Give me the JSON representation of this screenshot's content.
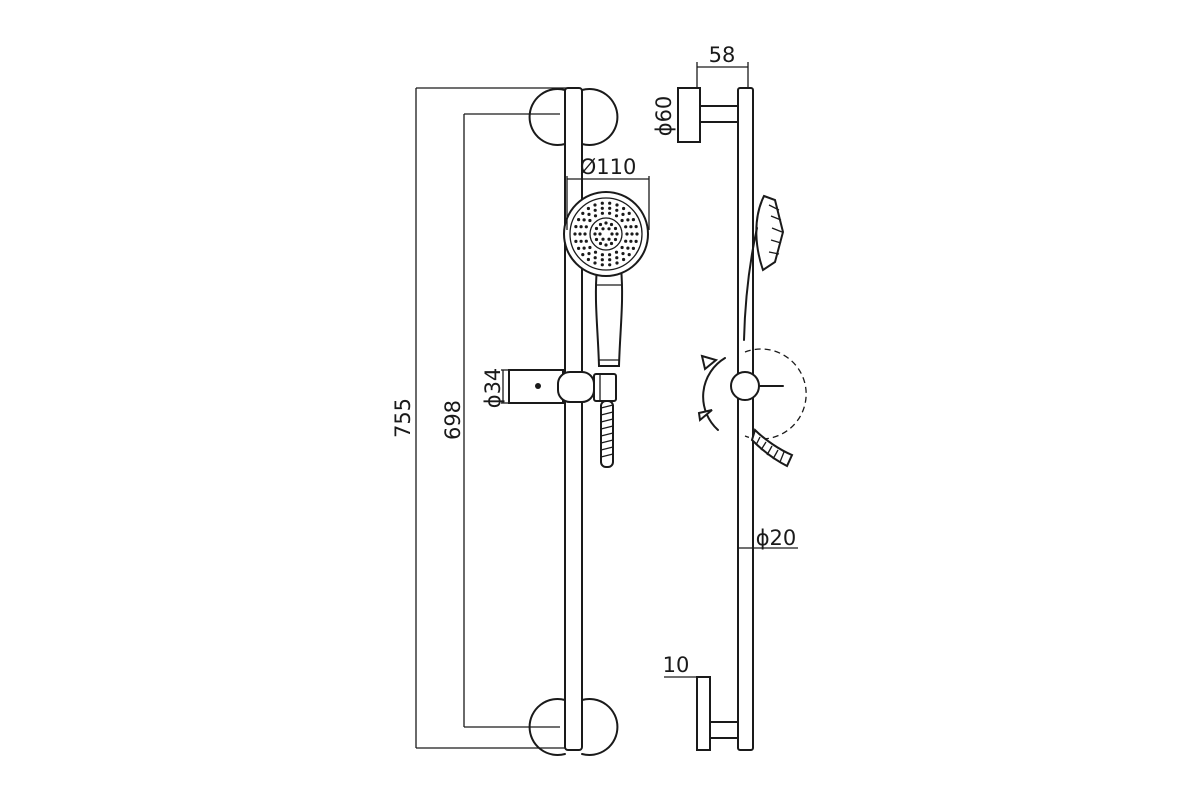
{
  "dimensions": {
    "total_length": "755",
    "bar_length": "698",
    "head_diameter": "Ø110",
    "slider_diameter": "ϕ34",
    "projection": "58",
    "bracket_diameter": "ϕ60",
    "rail_diameter": "ϕ20",
    "flange_thickness": "10"
  },
  "colors": {
    "stroke": "#1a1a1a",
    "background": "#ffffff"
  },
  "icons": {
    "rotation": "rotation-arrow-icon",
    "spray_face": "spray-nozzles-icon"
  }
}
